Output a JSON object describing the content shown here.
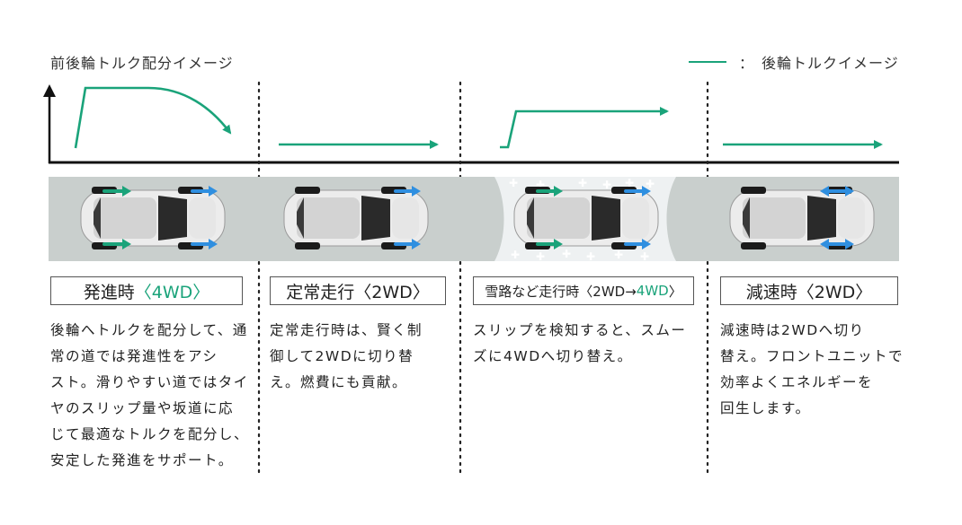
{
  "header": {
    "chart_title": "前後輪トルク配分イメージ",
    "legend_colon": "：",
    "legend_label": "後輪トルクイメージ"
  },
  "colors": {
    "torque_line": "#1aa37a",
    "arrow_blue": "#2f8fe0",
    "road": "#c9cfcd",
    "axis": "#111111"
  },
  "modes": [
    {
      "title": "発進時",
      "drive": "〈4WD〉",
      "desc": [
        "後輪へトルクを配分して、通",
        "常の道では発進性をアシ",
        "スト。滑りやすい道ではタイ",
        "ヤのスリップ量や坂道に応",
        "じて最適なトルクを配分し、",
        "安定した発進をサポート。"
      ]
    },
    {
      "title": "定常走行",
      "drive": "〈2WD〉",
      "desc": [
        "定常走行時は、賢く制",
        "御して2WDに切り替",
        "え。燃費にも貢献。"
      ]
    },
    {
      "title": "雪路など走行時",
      "drive_pre": "〈2WD→",
      "drive_4wd": "4WD",
      "drive_post": "〉",
      "desc": [
        "スリップを検知すると、スムー",
        "ズに4WDへ切り替え。"
      ]
    },
    {
      "title": "減速時",
      "drive": "〈2WD〉",
      "desc": [
        "減速時は2WDへ切り",
        "替え。フロントユニットで",
        "効率よくエネルギーを",
        "回生します。"
      ]
    }
  ]
}
